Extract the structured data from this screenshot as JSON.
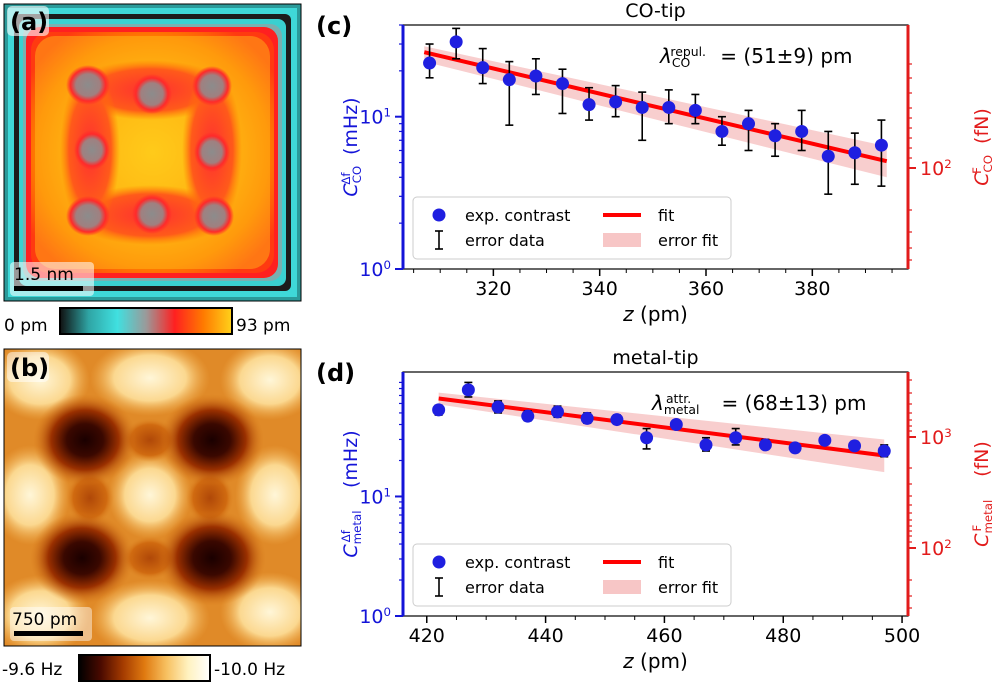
{
  "panels": {
    "a": {
      "letter": "(a)",
      "scalebar_label": "1.5 nm",
      "colorbar": {
        "min_label": "0 pm",
        "max_label": "93 pm",
        "colors": [
          "#101010",
          "#2fa5a5",
          "#40e0e0",
          "#9a9a9a",
          "#ff2020",
          "#ff7a00",
          "#ffd21a"
        ]
      }
    },
    "b": {
      "letter": "(b)",
      "scalebar_label": "750 pm",
      "colorbar": {
        "min_label": "-9.6 Hz",
        "max_label": "-10.0 Hz",
        "colors": [
          "#000000",
          "#4a0a00",
          "#a33a00",
          "#e07a10",
          "#f7c060",
          "#fff2c0",
          "#ffffff"
        ]
      }
    }
  },
  "chart_data": [
    {
      "panel": "(c)",
      "type": "scatter",
      "title": "CO-tip",
      "xlabel": "z (pm)",
      "ylabel_left": "C_CO^Δf (mHz)",
      "ylabel_right": "C_CO^F (fN)",
      "xlim": [
        303,
        398
      ],
      "ylim": [
        1,
        40
      ],
      "yscale": "log",
      "xticks": [
        320,
        340,
        360,
        380
      ],
      "yticks": [
        1,
        10
      ],
      "yticks_labels": [
        "10⁰",
        "10¹"
      ],
      "right_yticks": [
        "10²"
      ],
      "annotation": "λ_CO^repul. = (51±9) pm",
      "legend": {
        "placement": "lower-left",
        "entries": [
          "exp. contrast",
          "error data",
          "fit",
          "error fit"
        ]
      },
      "colors": {
        "left_axis": "#1414d8",
        "right_axis": "#e21b1b",
        "points": "#1f1fe0",
        "fit": "#ff0000",
        "band": "#f7c6c6"
      },
      "points": [
        {
          "x": 308,
          "y": 22.5,
          "lo": 18,
          "hi": 30
        },
        {
          "x": 313,
          "y": 31,
          "lo": 24,
          "hi": 38
        },
        {
          "x": 318,
          "y": 21,
          "lo": 16.5,
          "hi": 28
        },
        {
          "x": 323,
          "y": 17.5,
          "lo": 8.8,
          "hi": 23
        },
        {
          "x": 328,
          "y": 18.5,
          "lo": 14,
          "hi": 24
        },
        {
          "x": 333,
          "y": 16.5,
          "lo": 10.5,
          "hi": 20.5
        },
        {
          "x": 338,
          "y": 12,
          "lo": 9.5,
          "hi": 15.5
        },
        {
          "x": 343,
          "y": 12.5,
          "lo": 10,
          "hi": 16
        },
        {
          "x": 348,
          "y": 11.5,
          "lo": 7,
          "hi": 14.5
        },
        {
          "x": 353,
          "y": 11.5,
          "lo": 9,
          "hi": 15
        },
        {
          "x": 358,
          "y": 11,
          "lo": 9,
          "hi": 14
        },
        {
          "x": 363,
          "y": 8,
          "lo": 6.5,
          "hi": 10
        },
        {
          "x": 368,
          "y": 9,
          "lo": 6,
          "hi": 11
        },
        {
          "x": 373,
          "y": 7.5,
          "lo": 5.5,
          "hi": 9
        },
        {
          "x": 378,
          "y": 8,
          "lo": 6,
          "hi": 11
        },
        {
          "x": 383,
          "y": 5.5,
          "lo": 3.1,
          "hi": 8
        },
        {
          "x": 388,
          "y": 5.8,
          "lo": 3.6,
          "hi": 7.8
        },
        {
          "x": 393,
          "y": 6.5,
          "lo": 3.5,
          "hi": 9.5
        }
      ],
      "fit": {
        "x0": 307,
        "y0": 26.5,
        "x1": 394,
        "y1": 5.1
      },
      "band": {
        "upper0": 29,
        "upper1": 6.4,
        "lower0": 23,
        "lower1": 4.0
      }
    },
    {
      "panel": "(d)",
      "type": "scatter",
      "title": "metal-tip",
      "xlabel": "z (pm)",
      "ylabel_left": "C_metal^Δf (mHz)",
      "ylabel_right": "C_metal^F (fN)",
      "xlim": [
        416,
        501
      ],
      "ylim": [
        1,
        110
      ],
      "yscale": "log",
      "xticks": [
        420,
        440,
        460,
        480,
        500
      ],
      "yticks": [
        1,
        10
      ],
      "yticks_labels": [
        "10⁰",
        "10¹"
      ],
      "right_yticks": [
        "10²",
        "10³"
      ],
      "annotation": "λ_metal^attr. = (68±13) pm",
      "legend": {
        "placement": "lower-left",
        "entries": [
          "exp. contrast",
          "error data",
          "fit",
          "error fit"
        ]
      },
      "colors": {
        "left_axis": "#1414d8",
        "right_axis": "#e21b1b",
        "points": "#1f1fe0",
        "fit": "#ff0000",
        "band": "#f7c6c6"
      },
      "points": [
        {
          "x": 422,
          "y": 53,
          "lo": 48,
          "hi": 58
        },
        {
          "x": 427,
          "y": 78,
          "lo": 68,
          "hi": 90
        },
        {
          "x": 432,
          "y": 56,
          "lo": 50,
          "hi": 63
        },
        {
          "x": 437,
          "y": 47,
          "lo": 43,
          "hi": 52
        },
        {
          "x": 442,
          "y": 51,
          "lo": 46,
          "hi": 57
        },
        {
          "x": 447,
          "y": 45,
          "lo": 41,
          "hi": 50
        },
        {
          "x": 452,
          "y": 44,
          "lo": 41,
          "hi": 48
        },
        {
          "x": 457,
          "y": 31,
          "lo": 25,
          "hi": 37
        },
        {
          "x": 462,
          "y": 40,
          "lo": 37,
          "hi": 43
        },
        {
          "x": 467,
          "y": 27,
          "lo": 24,
          "hi": 31
        },
        {
          "x": 472,
          "y": 31,
          "lo": 27,
          "hi": 37
        },
        {
          "x": 477,
          "y": 27,
          "lo": 25,
          "hi": 30
        },
        {
          "x": 482,
          "y": 25.5,
          "lo": 24,
          "hi": 27
        },
        {
          "x": 487,
          "y": 29.5,
          "lo": 28,
          "hi": 31
        },
        {
          "x": 492,
          "y": 26.5,
          "lo": 24.5,
          "hi": 29
        },
        {
          "x": 497,
          "y": 24,
          "lo": 21.5,
          "hi": 27
        }
      ],
      "fit": {
        "x0": 422,
        "y0": 66,
        "x1": 497,
        "y1": 22
      },
      "band": {
        "upper0": 74,
        "upper1": 30,
        "lower0": 59,
        "lower1": 16
      }
    }
  ]
}
